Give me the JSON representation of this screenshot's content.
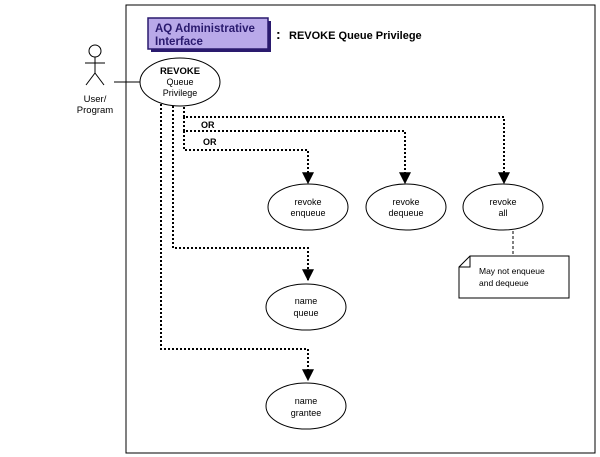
{
  "header": {
    "badge_line1": "AQ Administrative",
    "badge_line2": "Interface",
    "separator": ":",
    "title": "REVOKE Queue Privilege"
  },
  "actor": {
    "label_line1": "User/",
    "label_line2": "Program"
  },
  "main_node": {
    "line1": "REVOKE",
    "line2": "Queue",
    "line3": "Privilege"
  },
  "or_labels": [
    "OR",
    "OR"
  ],
  "nodes": {
    "revoke_enqueue": {
      "line1": "revoke",
      "line2": "enqueue"
    },
    "revoke_dequeue": {
      "line1": "revoke",
      "line2": "dequeue"
    },
    "revoke_all": {
      "line1": "revoke",
      "line2": "all"
    },
    "name_queue": {
      "line1": "name",
      "line2": "queue"
    },
    "name_grantee": {
      "line1": "name",
      "line2": "grantee"
    }
  },
  "note": {
    "line1": "May not enqueue",
    "line2": "and dequeue"
  },
  "colors": {
    "badge_fill": "#b9a9e9",
    "badge_border": "#2a1a6e",
    "badge_text": "#2a1a6e"
  }
}
